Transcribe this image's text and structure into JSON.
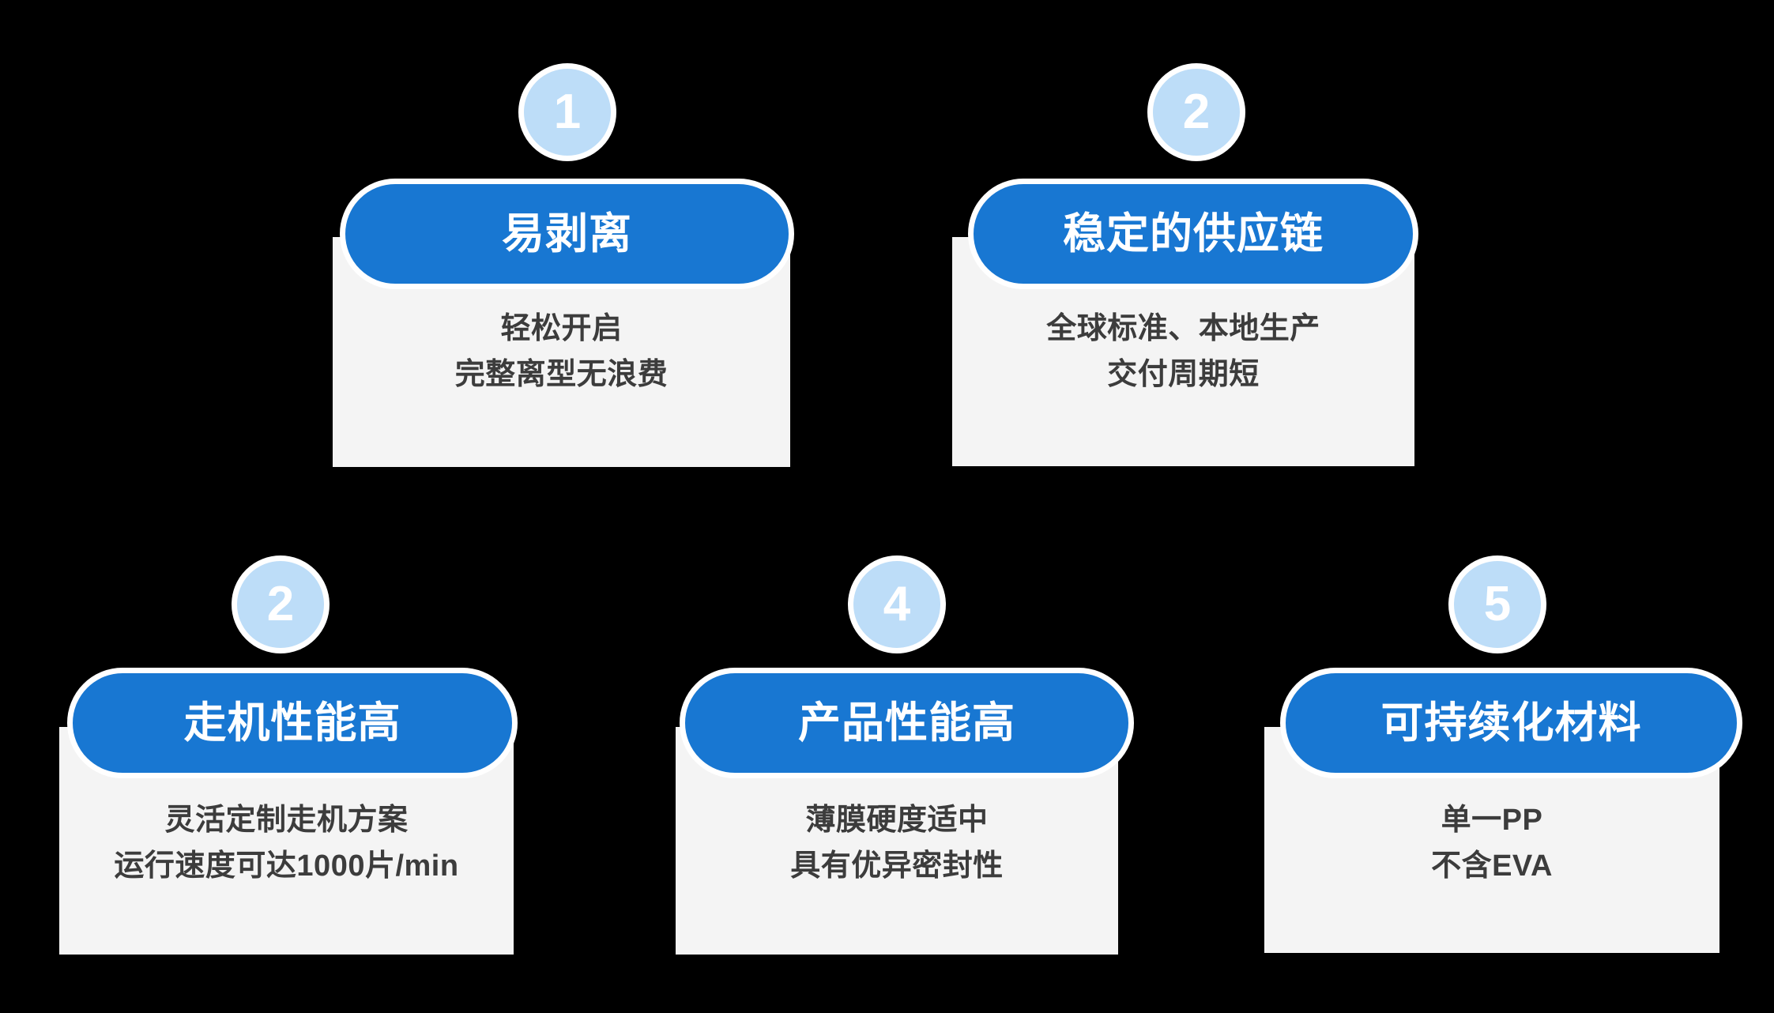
{
  "colors": {
    "background": "#000000",
    "pill_blue": "#1877d2",
    "badge_blue": "#bdddf8",
    "panel_gray": "#f4f4f4",
    "body_text": "#3c3c3c",
    "title_text": "#ffffff",
    "border_white": "#ffffff"
  },
  "cards": [
    {
      "badge": "1",
      "title": "易剥离",
      "lines": [
        "轻松开启",
        "完整离型无浪费"
      ]
    },
    {
      "badge": "2",
      "title": "稳定的供应链",
      "lines": [
        "全球标准、本地生产",
        "交付周期短"
      ]
    },
    {
      "badge": "2",
      "title": "走机性能高",
      "lines": [
        "灵活定制走机方案",
        "运行速度可达1000片/min"
      ]
    },
    {
      "badge": "4",
      "title": "产品性能高",
      "lines": [
        "薄膜硬度适中",
        "具有优异密封性"
      ]
    },
    {
      "badge": "5",
      "title": "可持续化材料",
      "lines": [
        "单一PP",
        "不含EVA"
      ]
    }
  ]
}
